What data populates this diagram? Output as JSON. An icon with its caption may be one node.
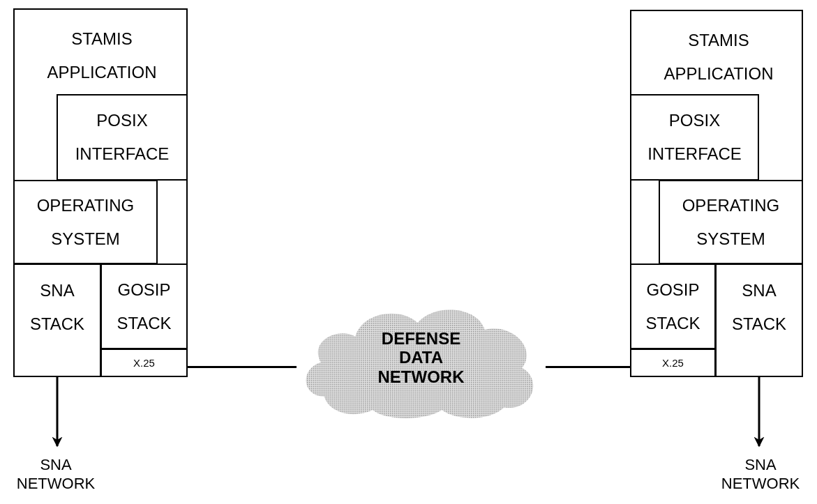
{
  "diagram": {
    "nodes": [
      {
        "text": [
          "STAMIS APPLICATION"
        ]
      },
      {
        "text": [
          "POSIX INTERFACE"
        ],
        "in": 0
      },
      {
        "text": [
          "OPERATING SYSTEM"
        ],
        "in": 0
      },
      {
        "text": [
          "SNA STACK"
        ],
        "in": 0
      },
      {
        "text": [
          "GOSIP STACK"
        ],
        "in": 0
      },
      {
        "text": [
          "X.25"
        ],
        "in": 0
      },
      {
        "text": [
          "SNA NETWORK"
        ]
      },
      {
        "text": [
          "DEFENSE DATA NETWORK"
        ]
      },
      {
        "text": [
          "STAMIS APPLICATION"
        ]
      },
      {
        "text": [
          "POSIX INTERFACE"
        ],
        "in": 8
      },
      {
        "text": [
          "OPERATING SYSTEM"
        ],
        "in": 8
      },
      {
        "text": [
          "GOSIP STACK"
        ],
        "in": 8
      },
      {
        "text": [
          "SNA STACK"
        ],
        "in": 8
      },
      {
        "text": [
          "X.25"
        ],
        "in": 8
      },
      {
        "text": [
          "SNA NETWORK"
        ]
      }
    ],
    "edges": [
      {
        "from": 5,
        "to": 7,
        "arrow": "none"
      },
      {
        "from": 7,
        "to": 13,
        "arrow": "none"
      },
      {
        "from": 3,
        "to": 6,
        "arrow": "to"
      },
      {
        "from": 12,
        "to": 14,
        "arrow": "to"
      }
    ]
  }
}
